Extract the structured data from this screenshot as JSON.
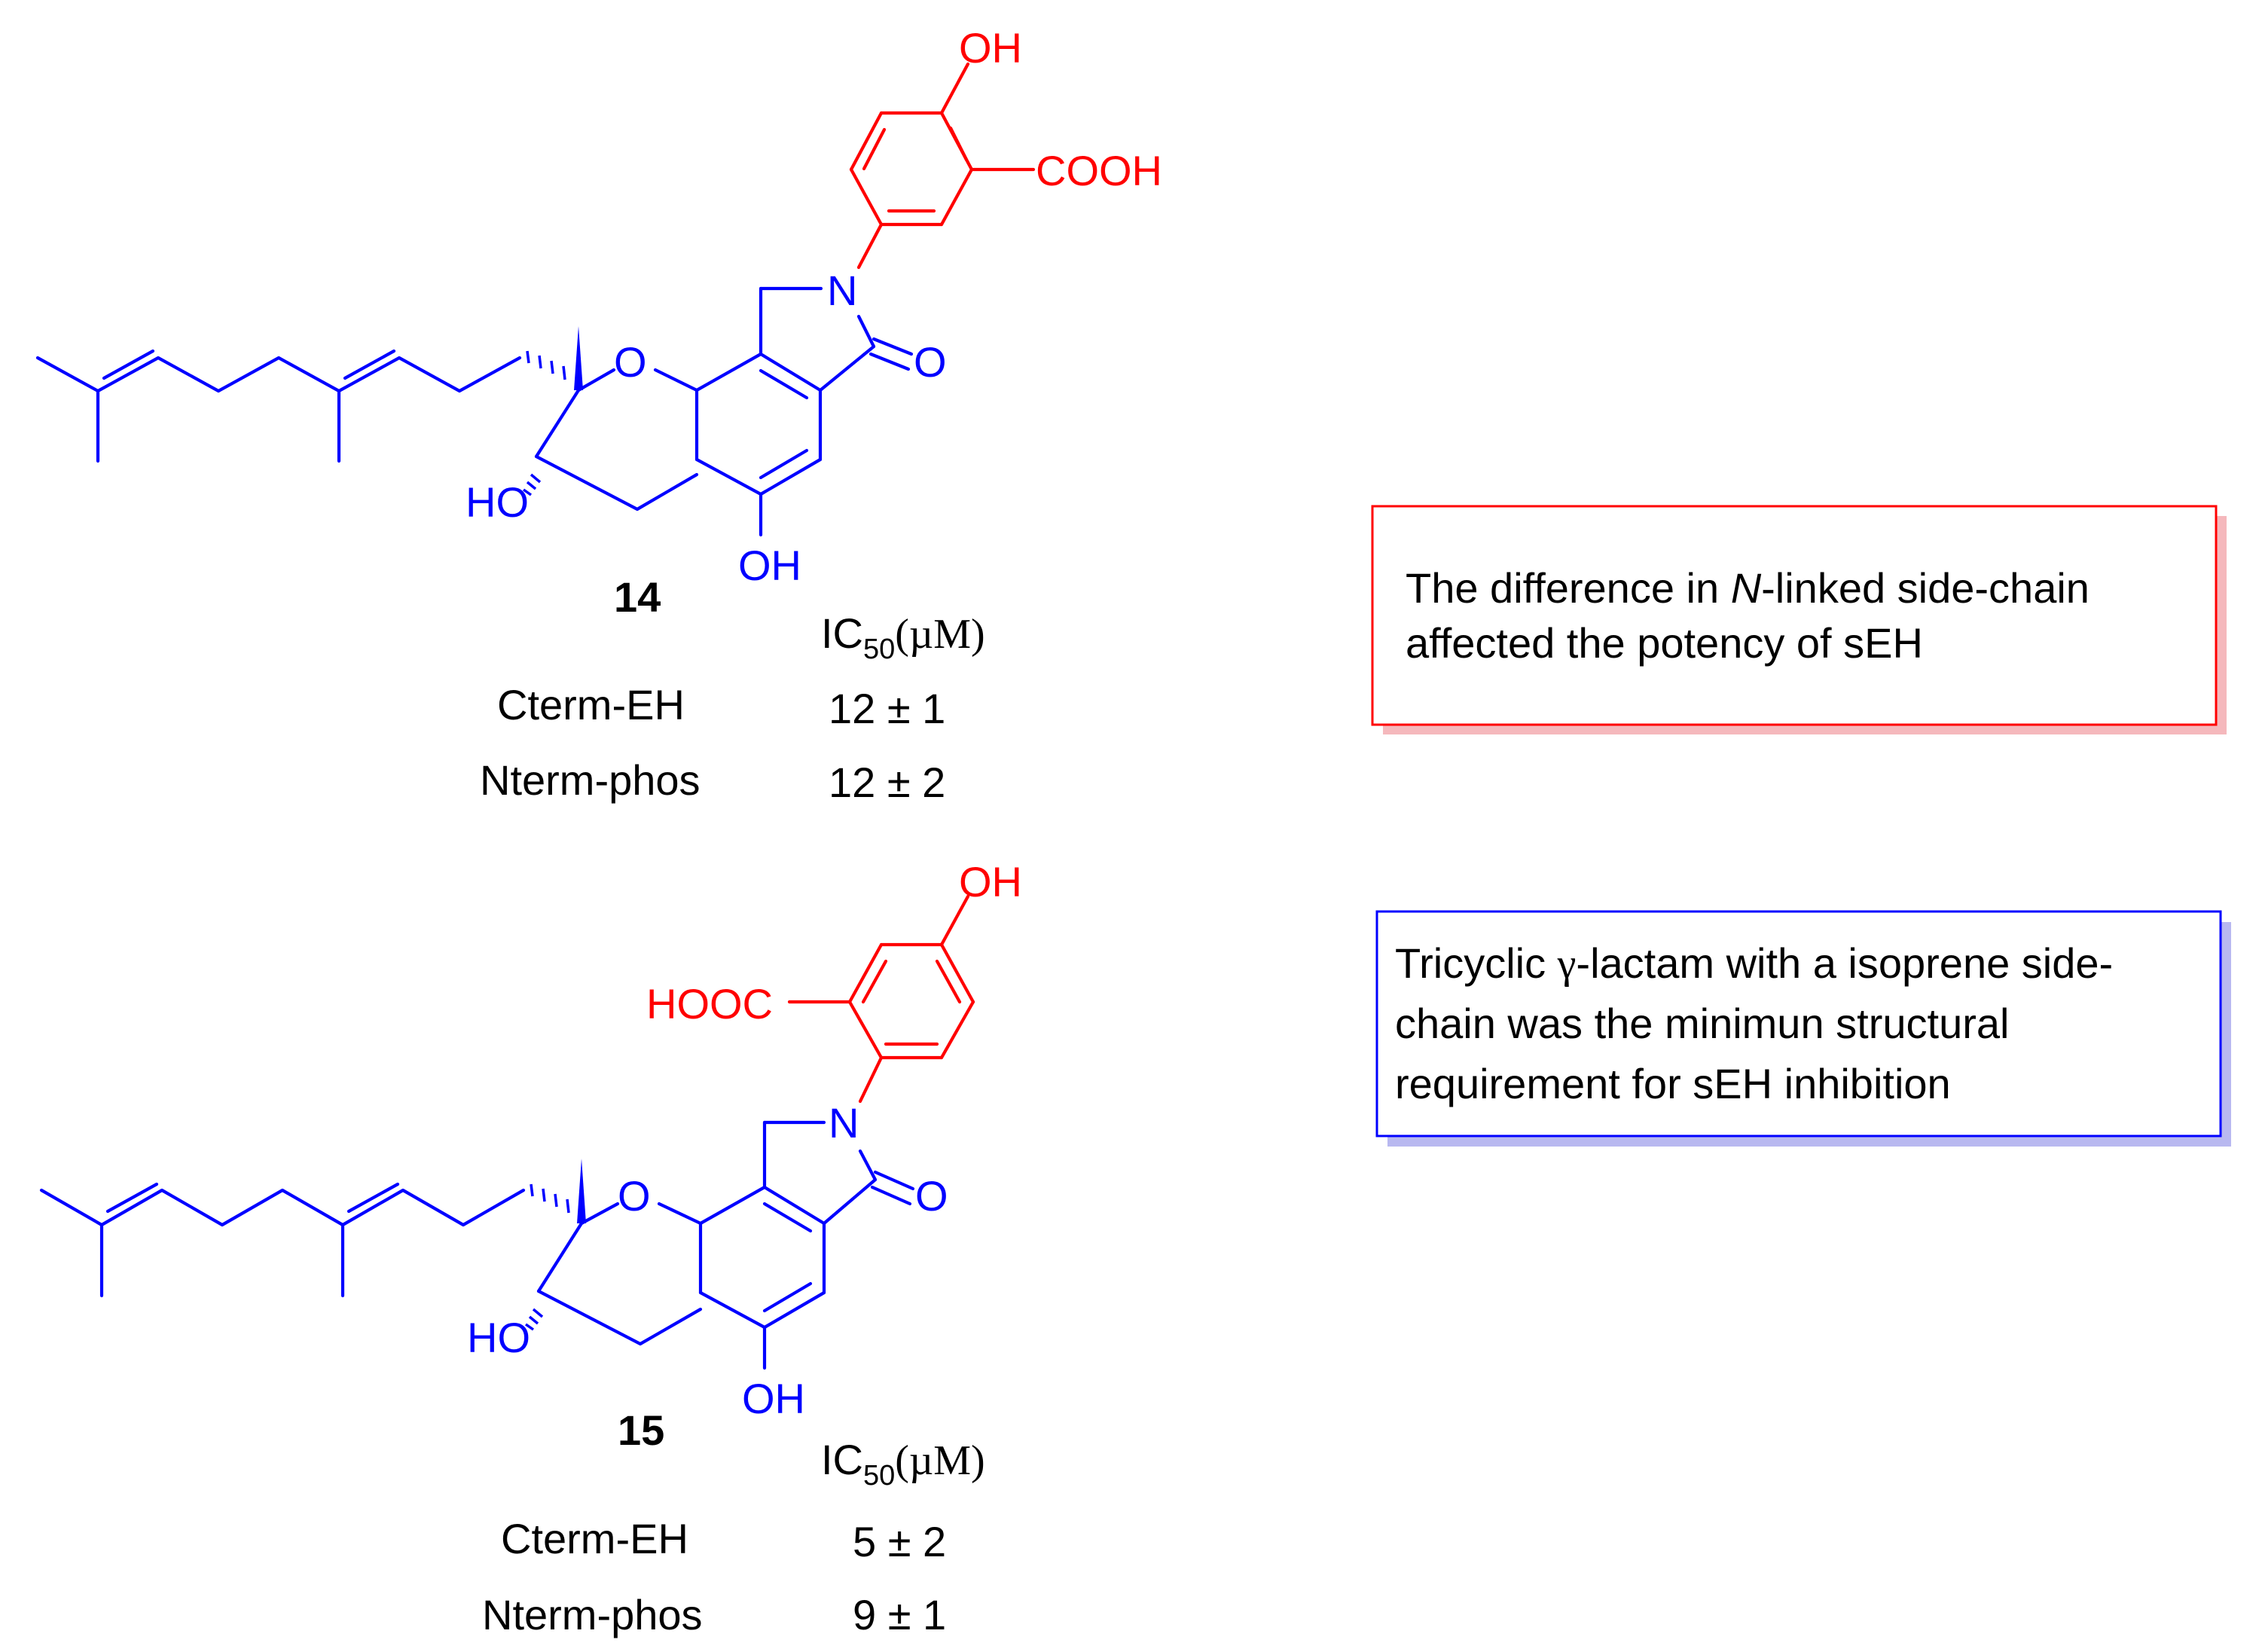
{
  "colors": {
    "core": "#0000ff",
    "aryl": "#ff0000",
    "text": "#000000",
    "box1_border": "#ff0000",
    "box1_shadow": "#f5b8bc",
    "box2_border": "#0000ff",
    "box2_shadow": "#b8b8f0"
  },
  "compounds": [
    {
      "id": "14",
      "atoms": {
        "oh_top": "OH",
        "cooh": "COOH",
        "n": "N",
        "o_carbonyl": "O",
        "o_ring": "O",
        "ho": "HO",
        "oh_bottom": "OH"
      },
      "ic50_label": "IC",
      "ic50_sub": "50",
      "ic50_unit": "(µM)",
      "rows": [
        {
          "target": "Cterm-EH",
          "value": "12 ± 1"
        },
        {
          "target": "Nterm-phos",
          "value": "12 ± 2"
        }
      ]
    },
    {
      "id": "15",
      "atoms": {
        "oh_top": "OH",
        "cooh": "HOOC",
        "n": "N",
        "o_carbonyl": "O",
        "o_ring": "O",
        "ho": "HO",
        "oh_bottom": "OH"
      },
      "ic50_label": "IC",
      "ic50_sub": "50",
      "ic50_unit": "(µM)",
      "rows": [
        {
          "target": "Cterm-EH",
          "value": "5 ± 2"
        },
        {
          "target": "Nterm-phos",
          "value": "9 ± 1"
        }
      ]
    }
  ],
  "notes": [
    {
      "line1_pre": "The difference in ",
      "line1_em": "N",
      "line1_post": "-linked side-chain",
      "line2": "affected the potency of sEH"
    },
    {
      "line1_pre": "Tricyclic ",
      "line1_greek": "γ",
      "line1_post": "-lactam with a isoprene side-",
      "line2": "chain was the minimun structural",
      "line3": "requirement for sEH inhibition"
    }
  ]
}
